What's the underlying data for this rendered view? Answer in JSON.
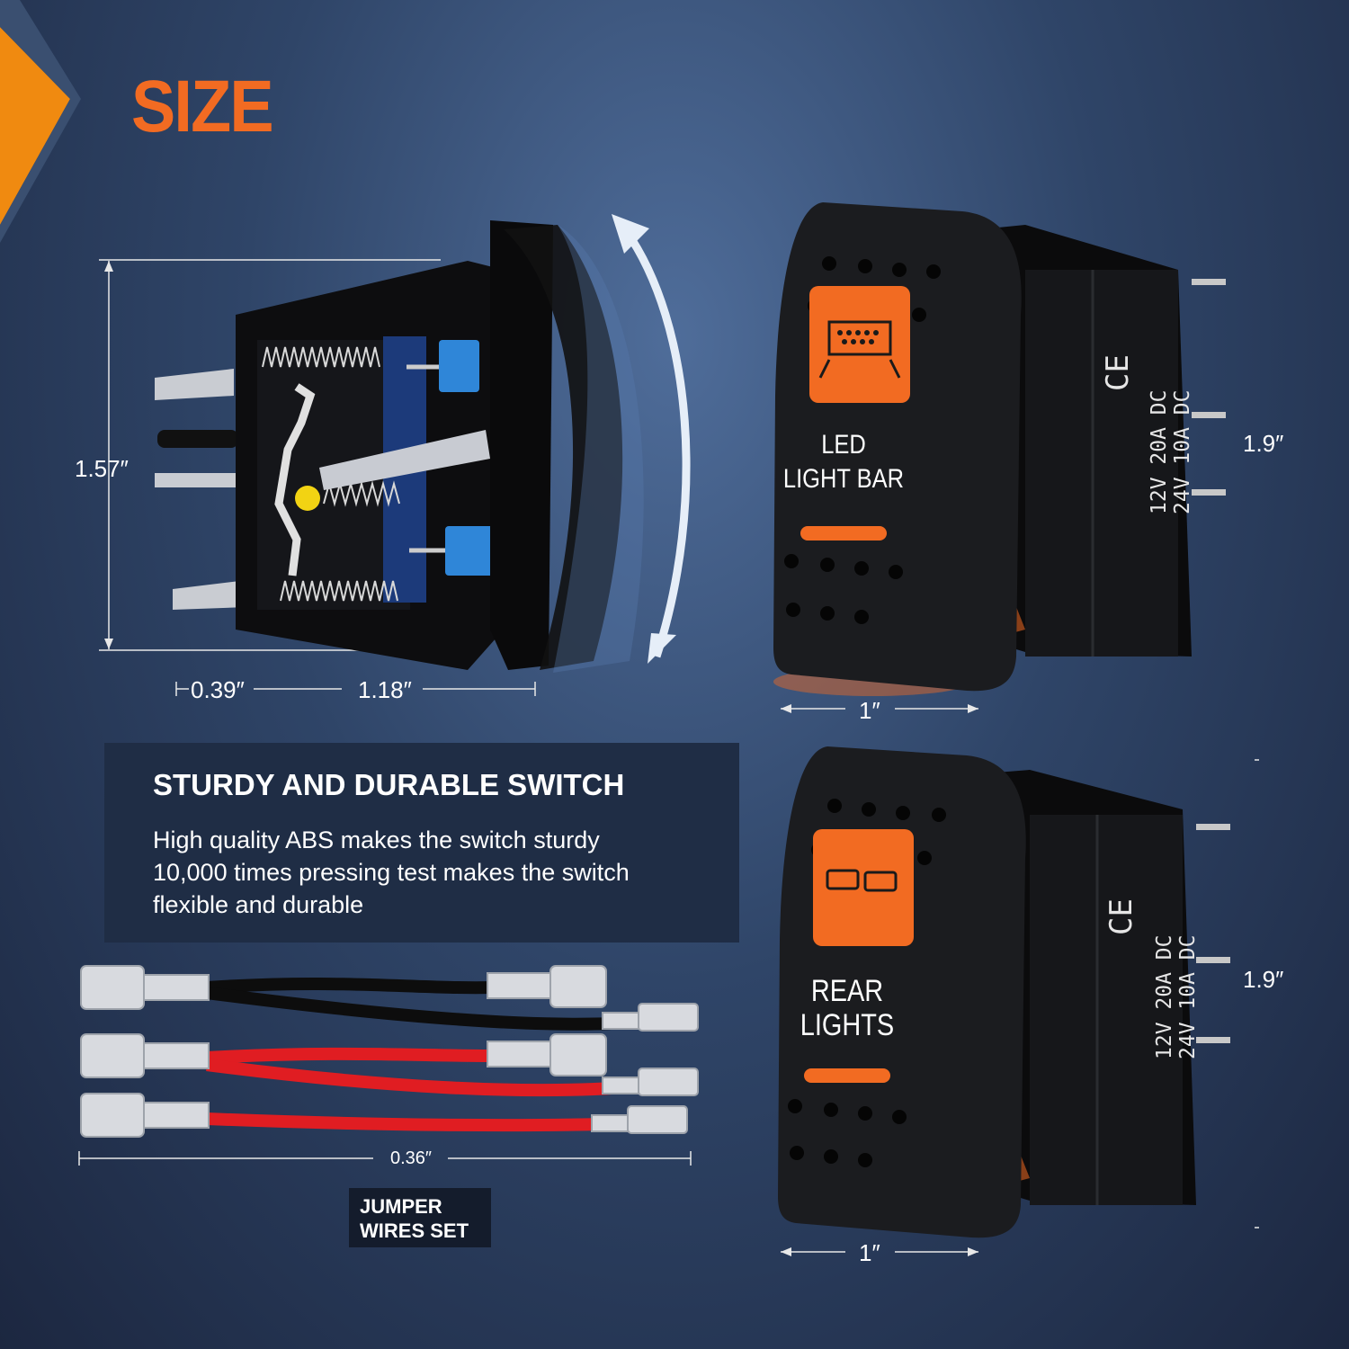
{
  "header": {
    "title": "SIZE"
  },
  "side_switch": {
    "height": "1.57″",
    "depth_front": "0.39″",
    "depth_body": "1.18″"
  },
  "switch_top": {
    "label_line1": "LED",
    "label_line2": "LIGHT BAR",
    "ce_mark": "CE",
    "spec_line1": "12V 20A DC",
    "spec_line2": "24V 10A DC",
    "height": "1.9″",
    "width": "1″"
  },
  "switch_bottom": {
    "label_line1": "REAR",
    "label_line2": "LIGHTS",
    "ce_mark": "CE",
    "spec_line1": "12V 20A DC",
    "spec_line2": "24V 10A DC",
    "height": "1.9″",
    "width": "1″"
  },
  "feature": {
    "heading": "STURDY AND DURABLE SWITCH",
    "line1": "High quality ABS makes the switch sturdy",
    "line2": "10,000 times pressing test makes the switch",
    "line3": "flexible and durable"
  },
  "wires": {
    "length": "0.36″",
    "tag_line1": "JUMPER",
    "tag_line2": "WIRES SET"
  },
  "colors": {
    "accent": "#f26b22",
    "panel": "#1f2d45",
    "background": "#2f4568"
  }
}
